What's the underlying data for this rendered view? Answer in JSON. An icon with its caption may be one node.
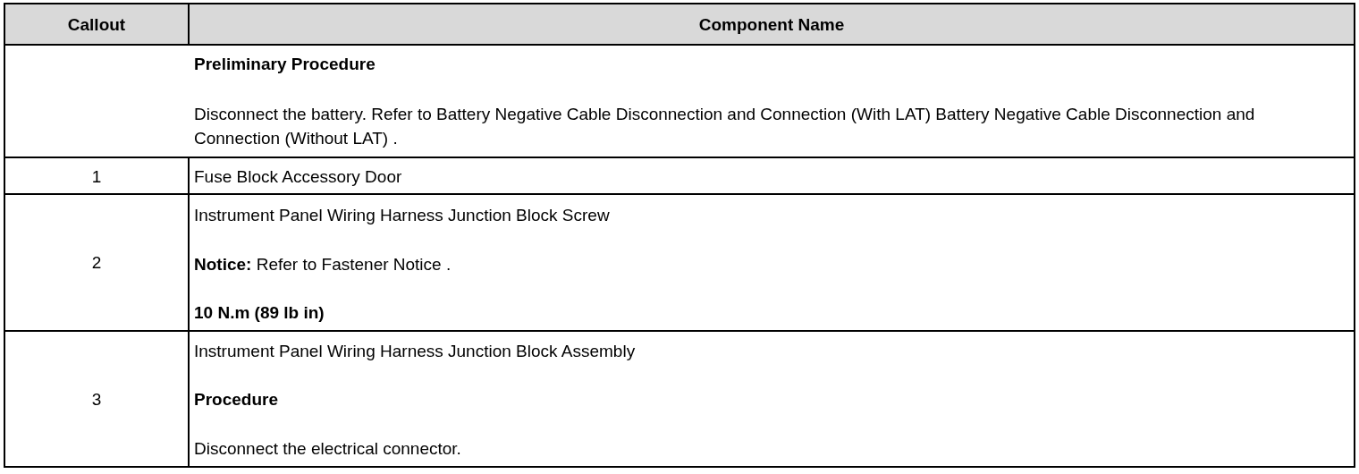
{
  "diagram": {
    "labels": [
      "Callout",
      "Component Name",
      "Preliminary Procedure",
      "Disconnect the battery. Refer to Battery Negative Cable Disconnection and Connection (With LAT) Battery Negative Cable Disconnection and Connection (Without LAT) .",
      "1",
      "Fuse Block Accessory Door",
      "2",
      "Instrument Panel Wiring Harness Junction Block Screw",
      "**Notice:** Refer to Fastener Notice .",
      "10 N.m (89 lb in)",
      "3",
      "Instrument Panel Wiring Harness Junction Block Assembly",
      "Procedure",
      "Disconnect the electrical connector."
    ]
  }
}
